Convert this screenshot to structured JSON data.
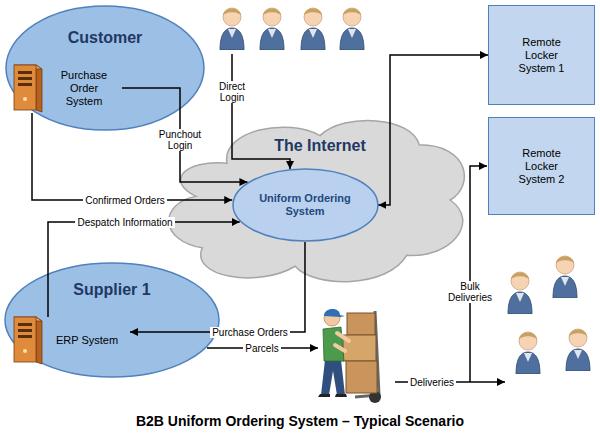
{
  "diagram": {
    "title": "B2B Uniform Ordering System – Typical Scenario",
    "nodes": [
      {
        "text": [
          "Customer"
        ]
      },
      {
        "text": [
          "Purchase Order System"
        ],
        "in": 0
      },
      {
        "text": [
          "The Internet"
        ]
      },
      {
        "text": [
          "Uniform Ordering System"
        ],
        "in": 2
      },
      {
        "text": [
          "Remote Locker System 1"
        ]
      },
      {
        "text": [
          "Remote Locker System 2"
        ]
      },
      {
        "text": [
          "Supplier 1"
        ]
      },
      {
        "text": [
          "ERP System"
        ],
        "in": 6
      }
    ],
    "edges": [
      {
        "from": 1,
        "to": 3,
        "label": "Punchout Login",
        "arrow": "to"
      },
      {
        "from": 1,
        "to": 3,
        "label": "Confirmed Orders",
        "arrow": "to"
      },
      {
        "from": 7,
        "to": 3,
        "label": "Despatch Information",
        "arrow": "to"
      },
      {
        "from": 3,
        "to": 7,
        "label": "Purchase Orders",
        "arrow": "to"
      },
      {
        "from": 3,
        "to": 4,
        "arrow": "both"
      }
    ],
    "labels": [
      "Direct Login",
      "Parcels",
      "Bulk Deliveries",
      "Deliveries"
    ]
  }
}
